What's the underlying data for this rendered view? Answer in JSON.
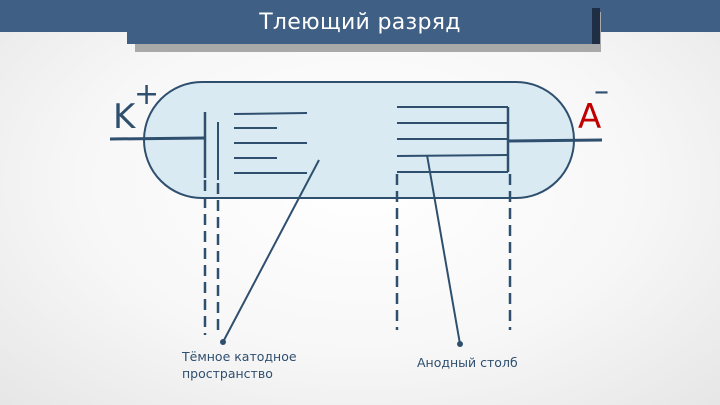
{
  "slide": {
    "title": "Тлеющий разряд"
  },
  "diagram": {
    "cathode_letter": "K",
    "cathode_sign": "+",
    "anode_letter": "A",
    "anode_sign": "–",
    "label_dark_space_line1": "Тёмное катодное",
    "label_dark_space_line2": "пространство",
    "label_anode_column": "Анодный столб"
  },
  "colors": {
    "band": "#3f5f84",
    "tube_fill": "#daeaf2",
    "line": "#2f4f6f",
    "cathode_letter": "#2f4f6f",
    "anode_letter": "#c00000"
  }
}
